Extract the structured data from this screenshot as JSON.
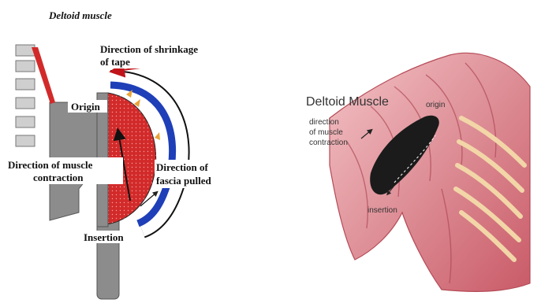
{
  "left_diagram": {
    "title": "Deltoid muscle",
    "labels": {
      "shrinkage_line1": "Direction of shrinkage",
      "shrinkage_line2": "of tape",
      "origin": "Origin",
      "muscle_contraction_line1": "Direction of muscle",
      "muscle_contraction_line2": "contraction",
      "fascia_line1": "Direction of",
      "fascia_line2": "fascia pulled",
      "insertion": "Insertion"
    },
    "colors": {
      "muscle": "#d22a2a",
      "tape": "#1f3fb8",
      "bone": "#8c8c8c",
      "arrow": "#e8a33a"
    }
  },
  "right_diagram": {
    "title": "Deltoid Muscle",
    "labels": {
      "origin": "origin",
      "direction_line1": "direction",
      "direction_line2": "of muscle",
      "direction_line3": "contraction",
      "insertion": "insertion"
    },
    "colors": {
      "muscle": "#d9808b",
      "tape": "#1b1b1b",
      "ribs": "#f2d6a8"
    }
  }
}
